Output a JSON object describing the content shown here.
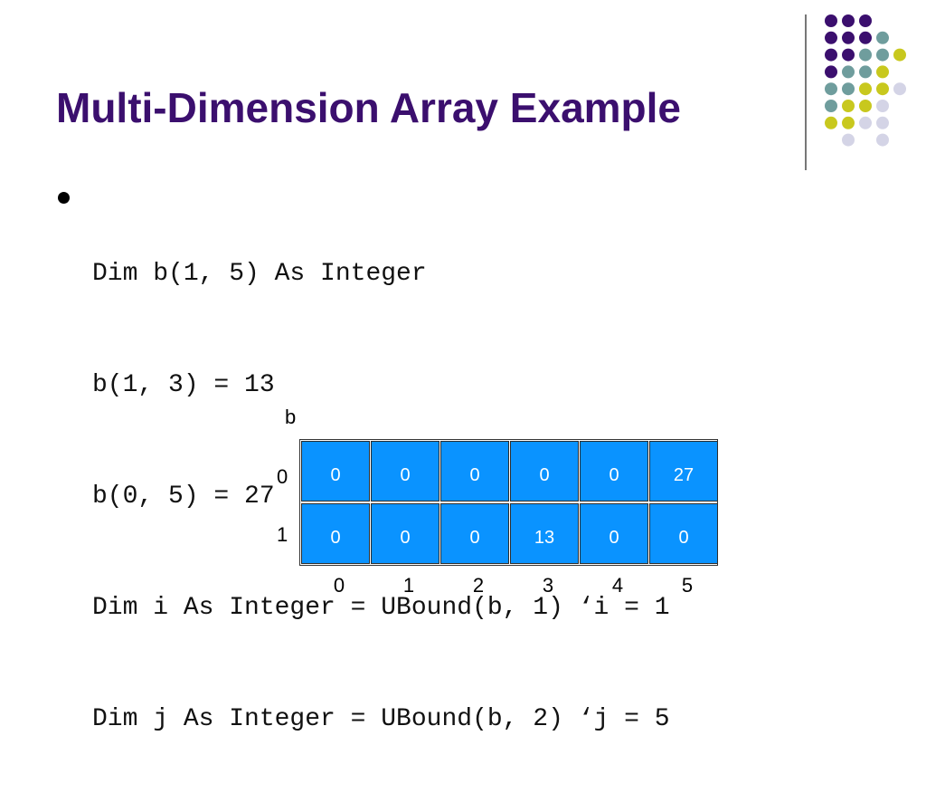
{
  "slide": {
    "title": "Multi-Dimension Array Example",
    "code_lines": [
      "Dim b(1, 5) As Integer",
      "b(1, 3) = 13",
      "b(0, 5) = 27",
      "Dim i As Integer = UBound(b, 1) ‘i = 1",
      "Dim j As Integer = UBound(b, 2) ‘j = 5"
    ],
    "colors": {
      "title": "#3b0f6e",
      "cell_fill": "#0a93ff",
      "dot_purple": "#3b0f6e",
      "dot_teal": "#6f9d9d",
      "dot_yellow": "#c8c81e",
      "dot_lavender": "#d4d4e6"
    }
  },
  "array": {
    "name": "b",
    "row_indices": [
      "0",
      "1"
    ],
    "col_indices": [
      "0",
      "1",
      "2",
      "3",
      "4",
      "5"
    ],
    "rows": [
      [
        "0",
        "0",
        "0",
        "0",
        "0",
        "27"
      ],
      [
        "0",
        "0",
        "0",
        "13",
        "0",
        "0"
      ]
    ]
  }
}
